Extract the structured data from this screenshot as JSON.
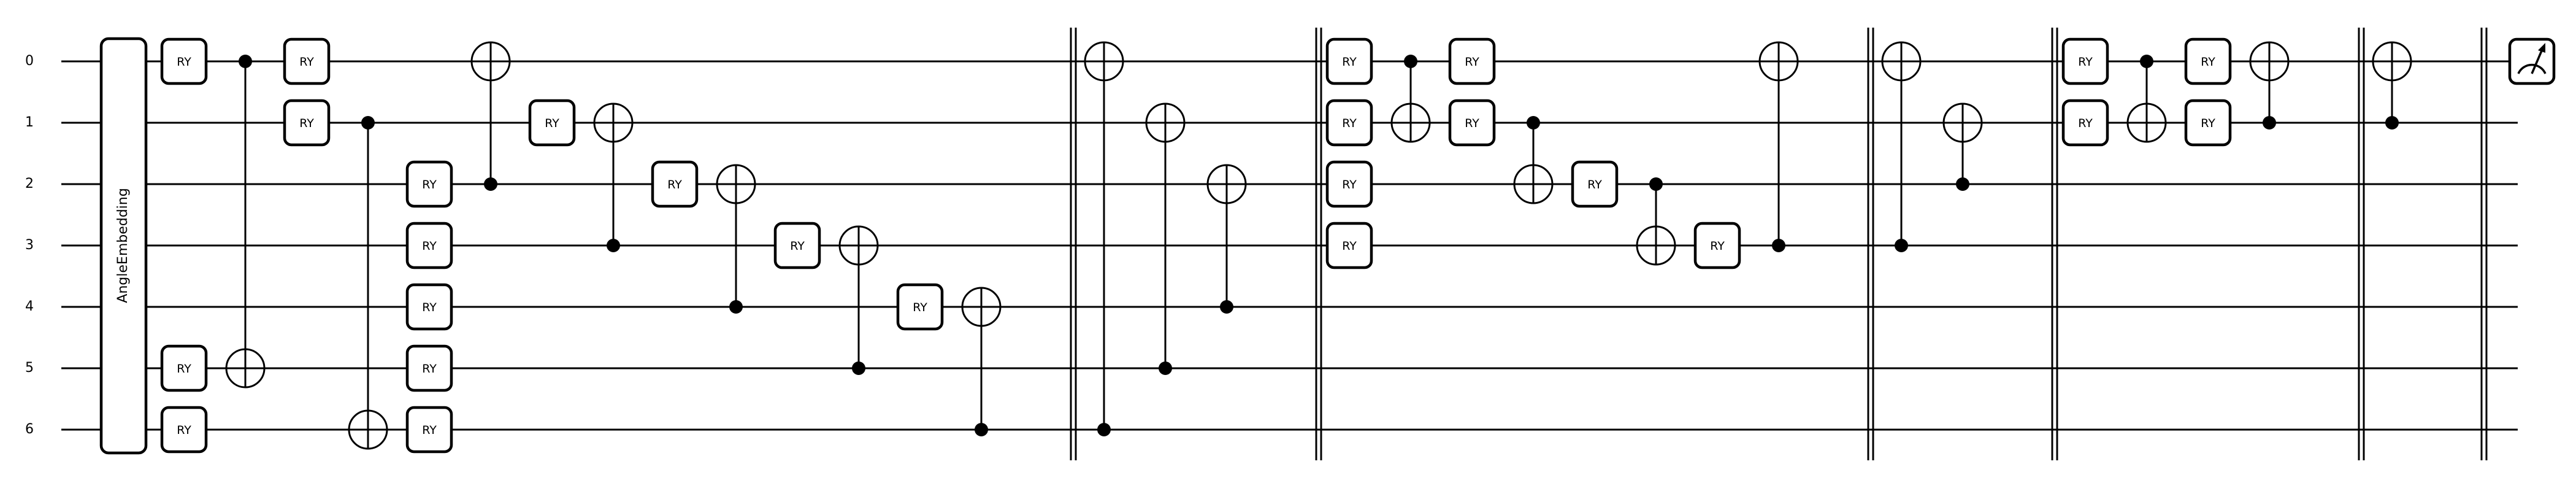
{
  "wire_labels": [
    "0",
    "1",
    "2",
    "3",
    "4",
    "5",
    "6"
  ],
  "embedding": {
    "label": "AngleEmbedding"
  },
  "ry_label": "RY",
  "circuit": {
    "ry_gates": [
      {
        "col": 1,
        "wire": 0
      },
      {
        "col": 1,
        "wire": 5
      },
      {
        "col": 1,
        "wire": 6
      },
      {
        "col": 3,
        "wire": 0
      },
      {
        "col": 3,
        "wire": 1
      },
      {
        "col": 5,
        "wire": 2
      },
      {
        "col": 5,
        "wire": 3
      },
      {
        "col": 5,
        "wire": 4
      },
      {
        "col": 5,
        "wire": 5
      },
      {
        "col": 5,
        "wire": 6
      },
      {
        "col": 7,
        "wire": 1
      },
      {
        "col": 9,
        "wire": 2
      },
      {
        "col": 11,
        "wire": 3
      },
      {
        "col": 13,
        "wire": 4
      },
      {
        "col": 20,
        "wire": 0
      },
      {
        "col": 20,
        "wire": 1
      },
      {
        "col": 20,
        "wire": 2
      },
      {
        "col": 20,
        "wire": 3
      },
      {
        "col": 22,
        "wire": 0
      },
      {
        "col": 22,
        "wire": 1
      },
      {
        "col": 24,
        "wire": 2
      },
      {
        "col": 26,
        "wire": 3
      },
      {
        "col": 32,
        "wire": 0
      },
      {
        "col": 32,
        "wire": 1
      },
      {
        "col": 34,
        "wire": 0
      },
      {
        "col": 34,
        "wire": 1
      }
    ],
    "cnots": [
      {
        "col": 2,
        "control": 0,
        "target": 5
      },
      {
        "col": 4,
        "control": 1,
        "target": 6
      },
      {
        "col": 6,
        "control": 2,
        "target": 0
      },
      {
        "col": 8,
        "control": 3,
        "target": 1
      },
      {
        "col": 10,
        "control": 4,
        "target": 2
      },
      {
        "col": 12,
        "control": 5,
        "target": 3
      },
      {
        "col": 14,
        "control": 6,
        "target": 4
      },
      {
        "col": 16,
        "control": 6,
        "target": 0
      },
      {
        "col": 17,
        "control": 5,
        "target": 1
      },
      {
        "col": 18,
        "control": 4,
        "target": 2
      },
      {
        "col": 21,
        "control": 0,
        "target": 1
      },
      {
        "col": 23,
        "control": 1,
        "target": 2
      },
      {
        "col": 25,
        "control": 2,
        "target": 3
      },
      {
        "col": 27,
        "control": 3,
        "target": 0
      },
      {
        "col": 29,
        "control": 3,
        "target": 0
      },
      {
        "col": 30,
        "control": 2,
        "target": 1
      },
      {
        "col": 33,
        "control": 0,
        "target": 1
      },
      {
        "col": 35,
        "control": 1,
        "target": 0
      },
      {
        "col": 37,
        "control": 1,
        "target": 0
      }
    ],
    "barriers_after_col": [
      15,
      19,
      28,
      31,
      36,
      38
    ],
    "measurement": {
      "col": 39,
      "wire": 0
    }
  }
}
